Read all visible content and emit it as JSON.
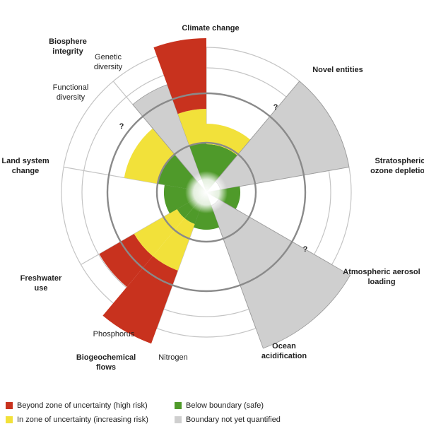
{
  "colors": {
    "high_risk": "#c8321e",
    "increasing_risk": "#f2e13a",
    "safe": "#4f9a2a",
    "not_quantified": "#cfcfcf",
    "ring": "#8a8a8a",
    "grid": "#c4c4c4"
  },
  "labels": {
    "climate_change": "Climate change",
    "novel_entities": "Novel entities",
    "ozone_1": "Stratospheric",
    "ozone_2": "ozone depletion",
    "aerosol_1": "Atmospheric aerosol",
    "aerosol_2": "loading",
    "ocean_1": "Ocean",
    "ocean_2": "acidification",
    "biogeo_1": "Biogeochemical",
    "biogeo_2": "flows",
    "nitrogen": "Nitrogen",
    "phosphorus": "Phosphorus",
    "freshwater_1": "Freshwater",
    "freshwater_2": "use",
    "land_1": "Land system",
    "land_2": "change",
    "biosphere_1": "Biosphere",
    "biosphere_2": "integrity",
    "genetic_1": "Genetic",
    "genetic_2": "diversity",
    "functional_1": "Functional",
    "functional_2": "diversity",
    "unknown_mark": "?"
  },
  "legend": [
    {
      "label": "Beyond zone of uncertainty (high risk)",
      "color_key": "high_risk"
    },
    {
      "label": "In zone of uncertainty (increasing risk)",
      "color_key": "increasing_risk"
    },
    {
      "label": "Below boundary (safe)",
      "color_key": "safe"
    },
    {
      "label": "Boundary not yet quantified",
      "color_key": "not_quantified"
    }
  ]
}
